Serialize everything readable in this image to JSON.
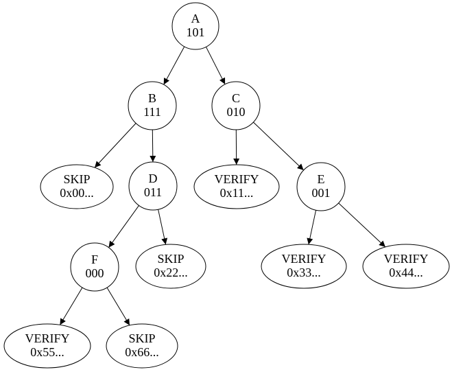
{
  "diagram": {
    "description": "Tree diagram with circular internal nodes and elliptical leaf nodes (SKIP / VERIFY hash tree)",
    "colors": {
      "background": "#ffffff",
      "node_fill": "#ffffff",
      "node_stroke": "#000000",
      "edge": "#000000",
      "text": "#000000"
    },
    "nodes": [
      {
        "id": "A",
        "shape": "circle",
        "line1": "A",
        "line2": "101"
      },
      {
        "id": "B",
        "shape": "circle",
        "line1": "B",
        "line2": "111"
      },
      {
        "id": "C",
        "shape": "circle",
        "line1": "C",
        "line2": "010"
      },
      {
        "id": "skip00",
        "shape": "ellipse",
        "line1": "SKIP",
        "line2": "0x00..."
      },
      {
        "id": "D",
        "shape": "circle",
        "line1": "D",
        "line2": "011"
      },
      {
        "id": "verify11",
        "shape": "ellipse",
        "line1": "VERIFY",
        "line2": "0x11..."
      },
      {
        "id": "E",
        "shape": "circle",
        "line1": "E",
        "line2": "001"
      },
      {
        "id": "F",
        "shape": "circle",
        "line1": "F",
        "line2": "000"
      },
      {
        "id": "skip22",
        "shape": "ellipse",
        "line1": "SKIP",
        "line2": "0x22..."
      },
      {
        "id": "verify33",
        "shape": "ellipse",
        "line1": "VERIFY",
        "line2": "0x33..."
      },
      {
        "id": "verify44",
        "shape": "ellipse",
        "line1": "VERIFY",
        "line2": "0x44..."
      },
      {
        "id": "verify55",
        "shape": "ellipse",
        "line1": "VERIFY",
        "line2": "0x55..."
      },
      {
        "id": "skip66",
        "shape": "ellipse",
        "line1": "SKIP",
        "line2": "0x66..."
      }
    ],
    "edges": [
      {
        "from": "A",
        "to": "B"
      },
      {
        "from": "A",
        "to": "C"
      },
      {
        "from": "B",
        "to": "skip00"
      },
      {
        "from": "B",
        "to": "D"
      },
      {
        "from": "C",
        "to": "verify11"
      },
      {
        "from": "C",
        "to": "E"
      },
      {
        "from": "D",
        "to": "F"
      },
      {
        "from": "D",
        "to": "skip22"
      },
      {
        "from": "E",
        "to": "verify33"
      },
      {
        "from": "E",
        "to": "verify44"
      },
      {
        "from": "F",
        "to": "verify55"
      },
      {
        "from": "F",
        "to": "skip66"
      }
    ]
  }
}
